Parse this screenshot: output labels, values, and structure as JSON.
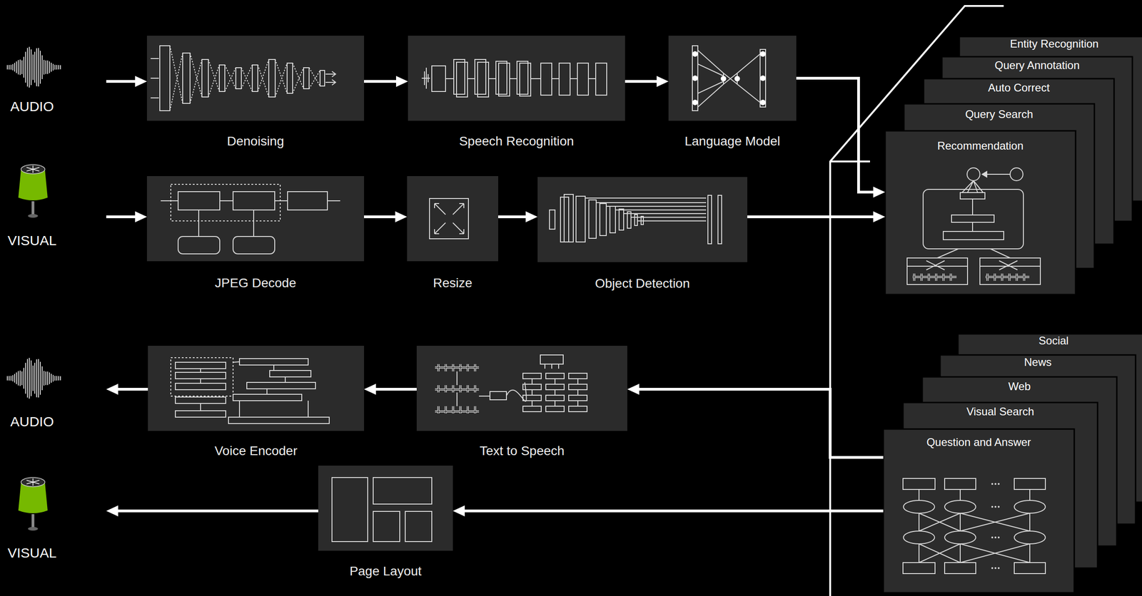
{
  "diagram": {
    "nodes": [
      {
        "text": [
          "AUDIO"
        ]
      },
      {
        "text": [
          "Denoising"
        ]
      },
      {
        "text": [
          "Speech Recognition"
        ]
      },
      {
        "text": [
          "Language Model"
        ]
      },
      {
        "text": [
          "Entity Recognition"
        ]
      },
      {
        "text": [
          "Query Annotation"
        ]
      },
      {
        "text": [
          "Auto Correct"
        ]
      },
      {
        "text": [
          "Query Search"
        ]
      },
      {
        "text": [
          "Recommendation"
        ]
      },
      {
        "text": [
          "VISUAL"
        ]
      },
      {
        "text": [
          "JPEG Decode"
        ]
      },
      {
        "text": [
          "Resize"
        ]
      },
      {
        "text": [
          "Object Detection"
        ]
      },
      {
        "text": [
          "AUDIO"
        ]
      },
      {
        "text": [
          "Voice Encoder"
        ]
      },
      {
        "text": [
          "Text to Speech"
        ]
      },
      {
        "text": [
          "Social"
        ]
      },
      {
        "text": [
          "News"
        ]
      },
      {
        "text": [
          "Web"
        ]
      },
      {
        "text": [
          "Visual Search"
        ]
      },
      {
        "text": [
          "Question and Answer"
        ]
      },
      {
        "text": [
          "VISUAL"
        ]
      },
      {
        "text": [
          "Page Layout"
        ]
      }
    ],
    "edges": [
      {
        "from": 0,
        "to": 1,
        "arrow": "to"
      },
      {
        "from": 1,
        "to": 2,
        "arrow": "to"
      },
      {
        "from": 2,
        "to": 3,
        "arrow": "to"
      },
      {
        "from": 3,
        "to": 8,
        "arrow": "to"
      },
      {
        "from": 9,
        "to": 10,
        "arrow": "to"
      },
      {
        "from": 10,
        "to": 11,
        "arrow": "to"
      },
      {
        "from": 11,
        "to": 12,
        "arrow": "to"
      },
      {
        "from": 12,
        "to": 8,
        "arrow": "to"
      },
      {
        "from": 20,
        "to": 15,
        "arrow": "to"
      },
      {
        "from": 15,
        "to": 14,
        "arrow": "to"
      },
      {
        "from": 14,
        "to": 13,
        "arrow": "to"
      },
      {
        "from": 20,
        "to": 22,
        "arrow": "to"
      },
      {
        "from": 22,
        "to": 21,
        "arrow": "to"
      }
    ]
  }
}
